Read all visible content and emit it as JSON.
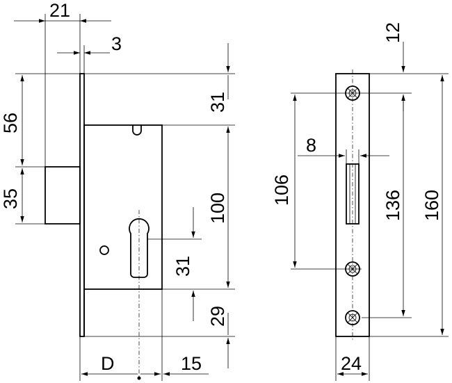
{
  "dimensions": {
    "d21": "21",
    "d3": "3",
    "d56": "56",
    "d35": "35",
    "d31_top": "31",
    "d100": "100",
    "d31_cyl": "31",
    "d29": "29",
    "dD": "D",
    "d15": "15",
    "d12": "12",
    "d8": "8",
    "d106": "106",
    "d136": "136",
    "d160": "160",
    "d24": "24"
  }
}
